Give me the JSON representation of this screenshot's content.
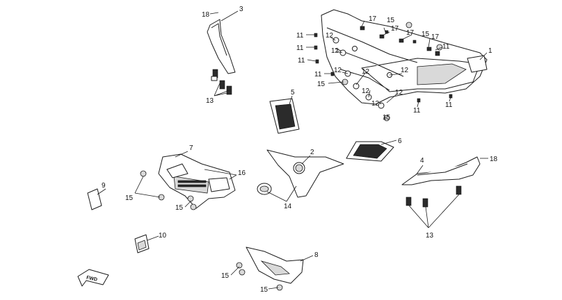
{
  "callouts": {
    "c1": "1",
    "c2": "2",
    "c3": "3",
    "c4": "4",
    "c5": "5",
    "c6": "6",
    "c7": "7",
    "c8": "8",
    "c9": "9",
    "c10": "10",
    "c11": "11",
    "c12": "12",
    "c13": "13",
    "c14": "14",
    "c15": "15",
    "c16": "16",
    "c17": "17",
    "c18": "18"
  },
  "direction_arrow": {
    "label": "FWD"
  },
  "colors": {
    "line": "#1a1a1a",
    "shade": "#d9d9d9",
    "dark": "#2b2b2b",
    "background": "#ffffff"
  }
}
